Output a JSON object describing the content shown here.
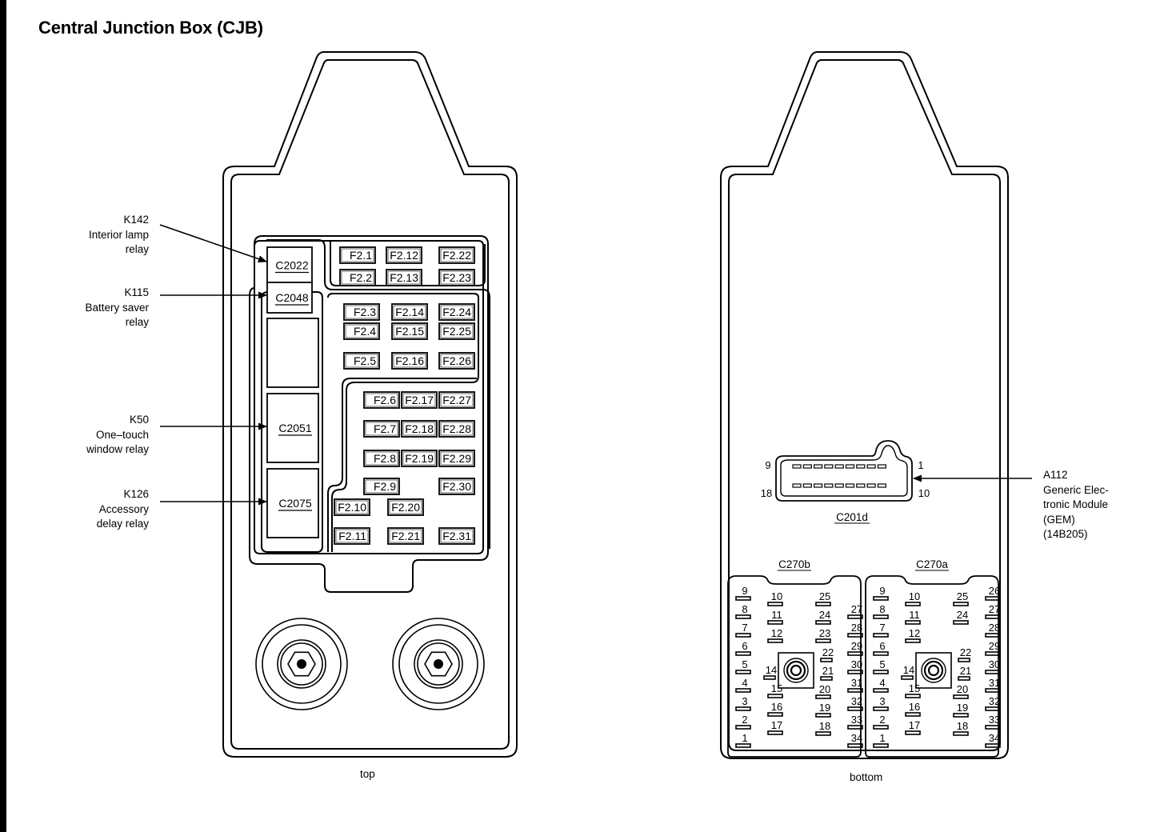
{
  "title": "Central Junction Box (CJB)",
  "views": {
    "top_label": "top",
    "bottom_label": "bottom"
  },
  "callouts_left": [
    {
      "id": "K142",
      "lines": [
        "K142",
        "Interior lamp",
        "relay"
      ],
      "target": "C2022"
    },
    {
      "id": "K115",
      "lines": [
        "K115",
        "Battery saver",
        "relay"
      ],
      "target": "C2048"
    },
    {
      "id": "K50",
      "lines": [
        "K50",
        "One–touch",
        "window relay"
      ],
      "target": "C2051"
    },
    {
      "id": "K126",
      "lines": [
        "K126",
        "Accessory",
        "delay relay"
      ],
      "target": "C2075"
    }
  ],
  "callout_right": {
    "id": "A112",
    "lines": [
      "A112",
      "Generic Elec-",
      "tronic Module",
      "(GEM)",
      "(14B205)"
    ],
    "target": "C201d"
  },
  "relays": [
    {
      "label": "C2022"
    },
    {
      "label": "C2048"
    },
    {
      "label": ""
    },
    {
      "label": "C2051"
    },
    {
      "label": "C2075"
    }
  ],
  "fuses": [
    "F2.1",
    "F2.2",
    "F2.3",
    "F2.4",
    "F2.5",
    "F2.6",
    "F2.7",
    "F2.8",
    "F2.9",
    "F2.10",
    "F2.11",
    "F2.12",
    "F2.13",
    "F2.14",
    "F2.15",
    "F2.16",
    "F2.17",
    "F2.18",
    "F2.19",
    "F2.20",
    "F2.21",
    "F2.22",
    "F2.23",
    "F2.24",
    "F2.25",
    "F2.26",
    "F2.27",
    "F2.28",
    "F2.29",
    "F2.30",
    "F2.31"
  ],
  "connectors": {
    "C201d": {
      "label": "C201d",
      "pin_rows": 2,
      "pins_per_row": 9,
      "corner_labels": {
        "top_left": "9",
        "top_right": "1",
        "bottom_left": "18",
        "bottom_right": "10"
      }
    },
    "C270b": {
      "label": "C270b",
      "pins": [
        "1",
        "2",
        "3",
        "4",
        "5",
        "6",
        "7",
        "8",
        "9",
        "10",
        "11",
        "12",
        "14",
        "15",
        "16",
        "17",
        "18",
        "19",
        "20",
        "21",
        "22",
        "23",
        "24",
        "25",
        "27",
        "28",
        "29",
        "30",
        "31",
        "32",
        "33",
        "34"
      ]
    },
    "C270a": {
      "label": "C270a",
      "pins": [
        "1",
        "2",
        "3",
        "4",
        "5",
        "6",
        "7",
        "8",
        "9",
        "10",
        "11",
        "12",
        "14",
        "15",
        "16",
        "17",
        "18",
        "19",
        "20",
        "21",
        "22",
        "24",
        "25",
        "26",
        "27",
        "28",
        "29",
        "30",
        "31",
        "32",
        "33",
        "34"
      ]
    }
  }
}
